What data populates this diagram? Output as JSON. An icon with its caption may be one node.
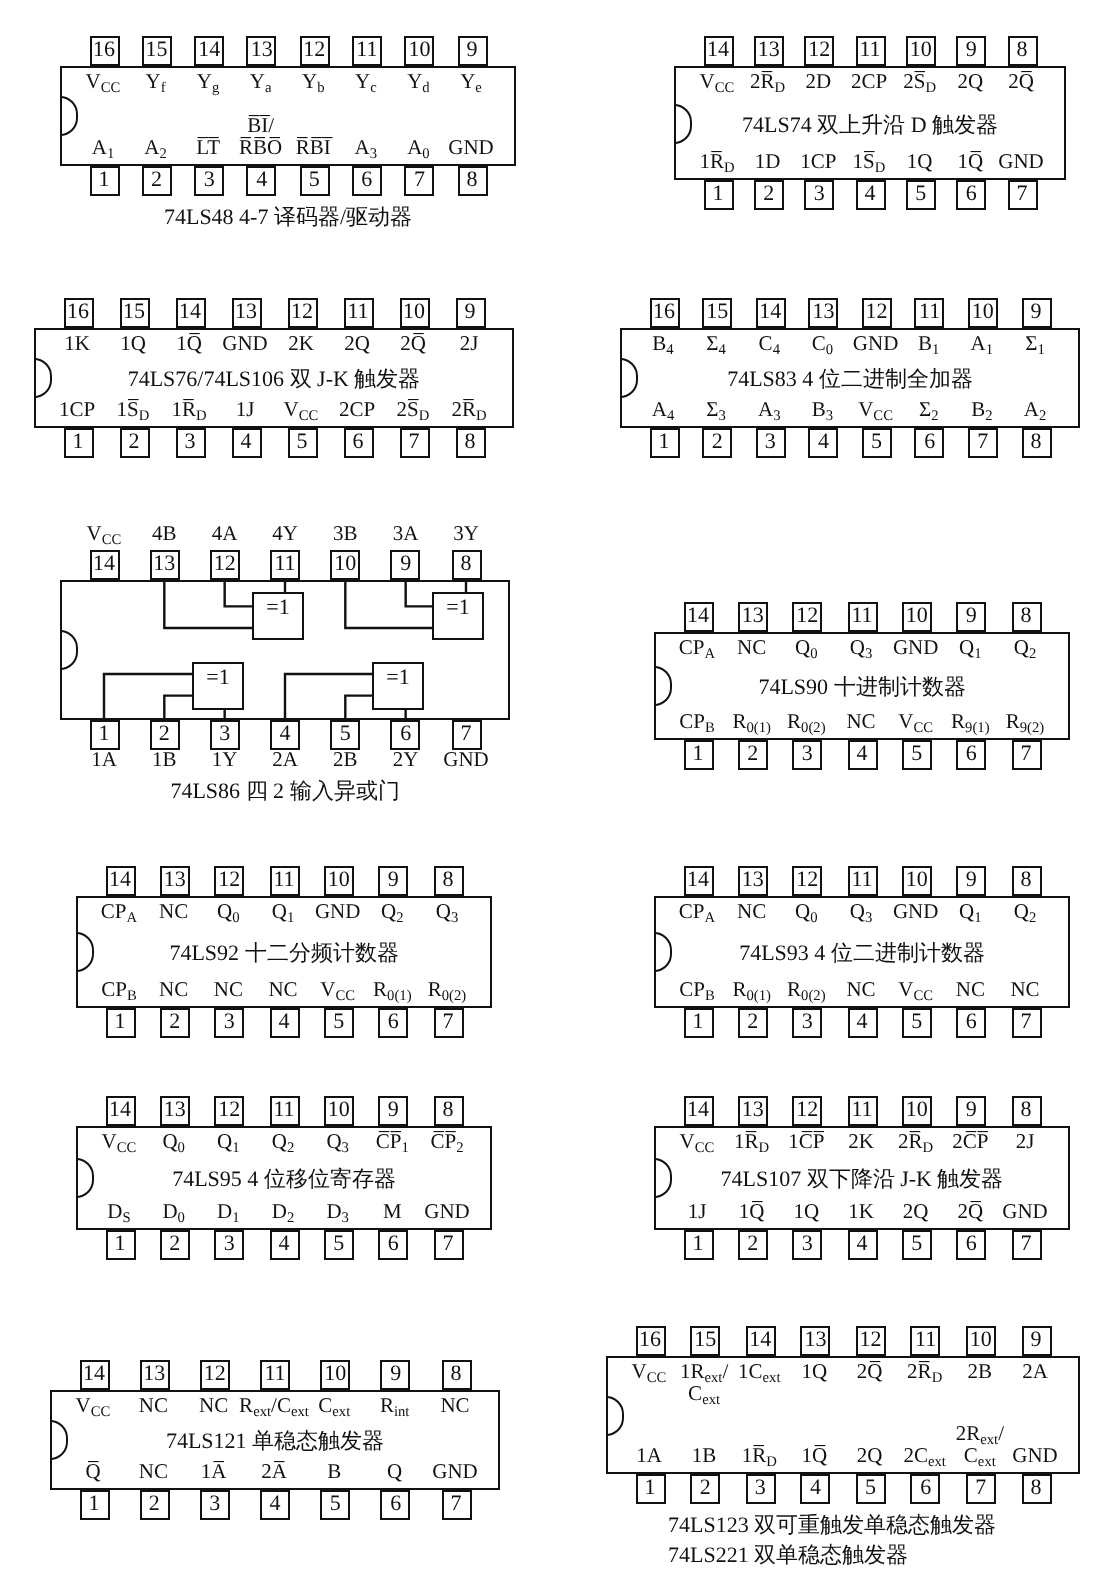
{
  "diagram": {
    "nodes": [
      {
        "text": [
          "74LS48 4-7 译码器/驱动器"
        ]
      },
      {
        "text": [
          "16"
        ],
        "beside": [
          "V$_{CC}$"
        ]
      },
      {
        "text": [
          "15"
        ],
        "beside": [
          "Y$_{f}$"
        ]
      },
      {
        "text": [
          "14"
        ],
        "beside": [
          "Y$_{g}$"
        ]
      },
      {
        "text": [
          "13"
        ],
        "beside": [
          "Y$_{a}$"
        ]
      },
      {
        "text": [
          "12"
        ],
        "beside": [
          "Y$_{b}$"
        ]
      },
      {
        "text": [
          "11"
        ],
        "beside": [
          "Y$_{c}$"
        ]
      },
      {
        "text": [
          "10"
        ],
        "beside": [
          "Y$_{d}$"
        ]
      },
      {
        "text": [
          "9"
        ],
        "beside": [
          "Y$_{e}$"
        ]
      },
      {
        "text": [
          "1"
        ],
        "beside": [
          "A$_{1}$"
        ]
      },
      {
        "text": [
          "2"
        ],
        "beside": [
          "A$_{2}$"
        ]
      },
      {
        "text": [
          "3"
        ],
        "beside": [
          "L̅T̅"
        ]
      },
      {
        "text": [
          "4"
        ],
        "beside": [
          "B̅I̅/ R̅B̅O̅"
        ]
      },
      {
        "text": [
          "5"
        ],
        "beside": [
          "R̅B̅I̅"
        ]
      },
      {
        "text": [
          "6"
        ],
        "beside": [
          "A$_{3}$"
        ]
      },
      {
        "text": [
          "7"
        ],
        "beside": [
          "A$_{0}$"
        ]
      },
      {
        "text": [
          "8"
        ],
        "beside": [
          "GND"
        ]
      },
      {
        "text": [
          "74LS74 双上升沿 D 触发器"
        ]
      },
      {
        "text": [
          "14"
        ],
        "beside": [
          "V$_{CC}$"
        ]
      },
      {
        "text": [
          "13"
        ],
        "beside": [
          "2R̅$_{D}$"
        ]
      },
      {
        "text": [
          "12"
        ],
        "beside": [
          "2D"
        ]
      },
      {
        "text": [
          "11"
        ],
        "beside": [
          "2CP"
        ]
      },
      {
        "text": [
          "10"
        ],
        "beside": [
          "2S̅$_{D}$"
        ]
      },
      {
        "text": [
          "9"
        ],
        "beside": [
          "2Q"
        ]
      },
      {
        "text": [
          "8"
        ],
        "beside": [
          "2Q̅"
        ]
      },
      {
        "text": [
          "1"
        ],
        "beside": [
          "1R̅$_{D}$"
        ]
      },
      {
        "text": [
          "2"
        ],
        "beside": [
          "1D"
        ]
      },
      {
        "text": [
          "3"
        ],
        "beside": [
          "1CP"
        ]
      },
      {
        "text": [
          "4"
        ],
        "beside": [
          "1S̅$_{D}$"
        ]
      },
      {
        "text": [
          "5"
        ],
        "beside": [
          "1Q"
        ]
      },
      {
        "text": [
          "6"
        ],
        "beside": [
          "1Q̅"
        ]
      },
      {
        "text": [
          "7"
        ],
        "beside": [
          "GND"
        ]
      },
      {
        "text": [
          "74LS76/74LS106 双 J-K 触发器"
        ]
      },
      {
        "text": [
          "16"
        ],
        "beside": [
          "1K"
        ]
      },
      {
        "text": [
          "15"
        ],
        "beside": [
          "1Q"
        ]
      },
      {
        "text": [
          "14"
        ],
        "beside": [
          "1Q̅"
        ]
      },
      {
        "text": [
          "13"
        ],
        "beside": [
          "GND"
        ]
      },
      {
        "text": [
          "12"
        ],
        "beside": [
          "2K"
        ]
      },
      {
        "text": [
          "11"
        ],
        "beside": [
          "2Q"
        ]
      },
      {
        "text": [
          "10"
        ],
        "beside": [
          "2Q̅"
        ]
      },
      {
        "text": [
          "9"
        ],
        "beside": [
          "2J"
        ]
      },
      {
        "text": [
          "1"
        ],
        "beside": [
          "1CP"
        ]
      },
      {
        "text": [
          "2"
        ],
        "beside": [
          "1S̅$_{D}$"
        ]
      },
      {
        "text": [
          "3"
        ],
        "beside": [
          "1R̅$_{D}$"
        ]
      },
      {
        "text": [
          "4"
        ],
        "beside": [
          "1J"
        ]
      },
      {
        "text": [
          "5"
        ],
        "beside": [
          "V$_{CC}$"
        ]
      },
      {
        "text": [
          "6"
        ],
        "beside": [
          "2CP"
        ]
      },
      {
        "text": [
          "7"
        ],
        "beside": [
          "2S̅$_{D}$"
        ]
      },
      {
        "text": [
          "8"
        ],
        "beside": [
          "2R̅$_{D}$"
        ]
      },
      {
        "text": [
          "74LS83 4 位二进制全加器"
        ]
      },
      {
        "text": [
          "16"
        ],
        "beside": [
          "B$_{4}$"
        ]
      },
      {
        "text": [
          "15"
        ],
        "beside": [
          "Σ$_{4}$"
        ]
      },
      {
        "text": [
          "14"
        ],
        "beside": [
          "C$_{4}$"
        ]
      },
      {
        "text": [
          "13"
        ],
        "beside": [
          "C$_{0}$"
        ]
      },
      {
        "text": [
          "12"
        ],
        "beside": [
          "GND"
        ]
      },
      {
        "text": [
          "11"
        ],
        "beside": [
          "B$_{1}$"
        ]
      },
      {
        "text": [
          "10"
        ],
        "beside": [
          "A$_{1}$"
        ]
      },
      {
        "text": [
          "9"
        ],
        "beside": [
          "Σ$_{1}$"
        ]
      },
      {
        "text": [
          "1"
        ],
        "beside": [
          "A$_{4}$"
        ]
      },
      {
        "text": [
          "2"
        ],
        "beside": [
          "Σ$_{3}$"
        ]
      },
      {
        "text": [
          "3"
        ],
        "beside": [
          "A$_{3}$"
        ]
      },
      {
        "text": [
          "4"
        ],
        "beside": [
          "B$_{3}$"
        ]
      },
      {
        "text": [
          "5"
        ],
        "beside": [
          "V$_{CC}$"
        ]
      },
      {
        "text": [
          "6"
        ],
        "beside": [
          "Σ$_{2}$"
        ]
      },
      {
        "text": [
          "7"
        ],
        "beside": [
          "B$_{2}$"
        ]
      },
      {
        "text": [
          "8"
        ],
        "beside": [
          "A$_{2}$"
        ]
      },
      {
        "text": [
          "74LS86 四 2 输入异或门"
        ]
      },
      {
        "text": [
          "14"
        ],
        "beside": [
          "V$_{CC}$"
        ]
      },
      {
        "text": [
          "13"
        ],
        "beside": [
          "4B"
        ]
      },
      {
        "text": [
          "12"
        ],
        "beside": [
          "4A"
        ]
      },
      {
        "text": [
          "11"
        ],
        "beside": [
          "4Y"
        ]
      },
      {
        "text": [
          "10"
        ],
        "beside": [
          "3B"
        ]
      },
      {
        "text": [
          "9"
        ],
        "beside": [
          "3A"
        ]
      },
      {
        "text": [
          "8"
        ],
        "beside": [
          "3Y"
        ]
      },
      {
        "text": [
          "1"
        ],
        "beside": [
          "1A"
        ]
      },
      {
        "text": [
          "2"
        ],
        "beside": [
          "1B"
        ]
      },
      {
        "text": [
          "3"
        ],
        "beside": [
          "1Y"
        ]
      },
      {
        "text": [
          "4"
        ],
        "beside": [
          "2A"
        ]
      },
      {
        "text": [
          "5"
        ],
        "beside": [
          "2B"
        ]
      },
      {
        "text": [
          "6"
        ],
        "beside": [
          "2Y"
        ]
      },
      {
        "text": [
          "7"
        ],
        "beside": [
          "GND"
        ]
      },
      {
        "text": [
          "=1"
        ],
        "in": 66
      },
      {
        "text": [
          "=1"
        ],
        "in": 66
      },
      {
        "text": [
          "=1"
        ],
        "in": 66
      },
      {
        "text": [
          "=1"
        ],
        "in": 66
      },
      {
        "text": [
          "74LS90 十进制计数器"
        ]
      },
      {
        "text": [
          "14"
        ],
        "beside": [
          "CP$_{A}$"
        ]
      },
      {
        "text": [
          "13"
        ],
        "beside": [
          "NC"
        ]
      },
      {
        "text": [
          "12"
        ],
        "beside": [
          "Q$_{0}$"
        ]
      },
      {
        "text": [
          "11"
        ],
        "beside": [
          "Q$_{3}$"
        ]
      },
      {
        "text": [
          "10"
        ],
        "beside": [
          "GND"
        ]
      },
      {
        "text": [
          "9"
        ],
        "beside": [
          "Q$_{1}$"
        ]
      },
      {
        "text": [
          "8"
        ],
        "beside": [
          "Q$_{2}$"
        ]
      },
      {
        "text": [
          "1"
        ],
        "beside": [
          "CP$_{B}$"
        ]
      },
      {
        "text": [
          "2"
        ],
        "beside": [
          "R$_{0(1)}$"
        ]
      },
      {
        "text": [
          "3"
        ],
        "beside": [
          "R$_{0(2)}$"
        ]
      },
      {
        "text": [
          "4"
        ],
        "beside": [
          "NC"
        ]
      },
      {
        "text": [
          "5"
        ],
        "beside": [
          "V$_{CC}$"
        ]
      },
      {
        "text": [
          "6"
        ],
        "beside": [
          "R$_{9(1)}$"
        ]
      },
      {
        "text": [
          "7"
        ],
        "beside": [
          "R$_{9(2)}$"
        ]
      },
      {
        "text": [
          "74LS92 十二分频计数器"
        ]
      },
      {
        "text": [
          "14"
        ],
        "beside": [
          "CP$_{A}$"
        ]
      },
      {
        "text": [
          "13"
        ],
        "beside": [
          "NC"
        ]
      },
      {
        "text": [
          "12"
        ],
        "beside": [
          "Q$_{0}$"
        ]
      },
      {
        "text": [
          "11"
        ],
        "beside": [
          "Q$_{1}$"
        ]
      },
      {
        "text": [
          "10"
        ],
        "beside": [
          "GND"
        ]
      },
      {
        "text": [
          "9"
        ],
        "beside": [
          "Q$_{2}$"
        ]
      },
      {
        "text": [
          "8"
        ],
        "beside": [
          "Q$_{3}$"
        ]
      },
      {
        "text": [
          "1"
        ],
        "beside": [
          "CP$_{B}$"
        ]
      },
      {
        "text": [
          "2"
        ],
        "beside": [
          "NC"
        ]
      },
      {
        "text": [
          "3"
        ],
        "beside": [
          "NC"
        ]
      },
      {
        "text": [
          "4"
        ],
        "beside": [
          "NC"
        ]
      },
      {
        "text": [
          "5"
        ],
        "beside": [
          "V$_{CC}$"
        ]
      },
      {
        "text": [
          "6"
        ],
        "beside": [
          "R$_{0(1)}$"
        ]
      },
      {
        "text": [
          "7"
        ],
        "beside": [
          "R$_{0(2)}$"
        ]
      },
      {
        "text": [
          "74LS93 4 位二进制计数器"
        ]
      },
      {
        "text": [
          "14"
        ],
        "beside": [
          "CP$_{A}$"
        ]
      },
      {
        "text": [
          "13"
        ],
        "beside": [
          "NC"
        ]
      },
      {
        "text": [
          "12"
        ],
        "beside": [
          "Q$_{0}$"
        ]
      },
      {
        "text": [
          "11"
        ],
        "beside": [
          "Q$_{3}$"
        ]
      },
      {
        "text": [
          "10"
        ],
        "beside": [
          "GND"
        ]
      },
      {
        "text": [
          "9"
        ],
        "beside": [
          "Q$_{1}$"
        ]
      },
      {
        "text": [
          "8"
        ],
        "beside": [
          "Q$_{2}$"
        ]
      },
      {
        "text": [
          "1"
        ],
        "beside": [
          "CP$_{B}$"
        ]
      },
      {
        "text": [
          "2"
        ],
        "beside": [
          "R$_{0(1)}$"
        ]
      },
      {
        "text": [
          "3"
        ],
        "beside": [
          "R$_{0(2)}$"
        ]
      },
      {
        "text": [
          "4"
        ],
        "beside": [
          "NC"
        ]
      },
      {
        "text": [
          "5"
        ],
        "beside": [
          "V$_{CC}$"
        ]
      },
      {
        "text": [
          "6"
        ],
        "beside": [
          "NC"
        ]
      },
      {
        "text": [
          "7"
        ],
        "beside": [
          "NC"
        ]
      },
      {
        "text": [
          "74LS95 4 位移位寄存器"
        ]
      },
      {
        "text": [
          "14"
        ],
        "beside": [
          "V$_{CC}$"
        ]
      },
      {
        "text": [
          "13"
        ],
        "beside": [
          "Q$_{0}$"
        ]
      },
      {
        "text": [
          "12"
        ],
        "beside": [
          "Q$_{1}$"
        ]
      },
      {
        "text": [
          "11"
        ],
        "beside": [
          "Q$_{2}$"
        ]
      },
      {
        "text": [
          "10"
        ],
        "beside": [
          "Q$_{3}$"
        ]
      },
      {
        "text": [
          "9"
        ],
        "beside": [
          "C̅P̅$_{1}$"
        ]
      },
      {
        "text": [
          "8"
        ],
        "beside": [
          "C̅P̅$_{2}$"
        ]
      },
      {
        "text": [
          "1"
        ],
        "beside": [
          "D$_{S}$"
        ]
      },
      {
        "text": [
          "2"
        ],
        "beside": [
          "D$_{0}$"
        ]
      },
      {
        "text": [
          "3"
        ],
        "beside": [
          "D$_{1}$"
        ]
      },
      {
        "text": [
          "4"
        ],
        "beside": [
          "D$_{2}$"
        ]
      },
      {
        "text": [
          "5"
        ],
        "beside": [
          "D$_{3}$"
        ]
      },
      {
        "text": [
          "6"
        ],
        "beside": [
          "M"
        ]
      },
      {
        "text": [
          "7"
        ],
        "beside": [
          "GND"
        ]
      },
      {
        "text": [
          "74LS107 双下降沿 J-K 触发器"
        ]
      },
      {
        "text": [
          "14"
        ],
        "beside": [
          "V$_{CC}$"
        ]
      },
      {
        "text": [
          "13"
        ],
        "beside": [
          "1R̅$_{D}$"
        ]
      },
      {
        "text": [
          "12"
        ],
        "beside": [
          "1C̅P̅"
        ]
      },
      {
        "text": [
          "11"
        ],
        "beside": [
          "2K"
        ]
      },
      {
        "text": [
          "10"
        ],
        "beside": [
          "2R̅$_{D}$"
        ]
      },
      {
        "text": [
          "9"
        ],
        "beside": [
          "2C̅P̅"
        ]
      },
      {
        "text": [
          "8"
        ],
        "beside": [
          "2J"
        ]
      },
      {
        "text": [
          "1"
        ],
        "beside": [
          "1J"
        ]
      },
      {
        "text": [
          "2"
        ],
        "beside": [
          "1Q̅"
        ]
      },
      {
        "text": [
          "3"
        ],
        "beside": [
          "1Q"
        ]
      },
      {
        "text": [
          "4"
        ],
        "beside": [
          "1K"
        ]
      },
      {
        "text": [
          "5"
        ],
        "beside": [
          "2Q"
        ]
      },
      {
        "text": [
          "6"
        ],
        "beside": [
          "2Q̅"
        ]
      },
      {
        "text": [
          "7"
        ],
        "beside": [
          "GND"
        ]
      },
      {
        "text": [
          "74LS121 单稳态触发器"
        ]
      },
      {
        "text": [
          "14"
        ],
        "beside": [
          "V$_{CC}$"
        ]
      },
      {
        "text": [
          "13"
        ],
        "beside": [
          "NC"
        ]
      },
      {
        "text": [
          "12"
        ],
        "beside": [
          "NC"
        ]
      },
      {
        "text": [
          "11"
        ],
        "beside": [
          "R$_{ext}$/C$_{ext}$"
        ]
      },
      {
        "text": [
          "10"
        ],
        "beside": [
          "C$_{ext}$"
        ]
      },
      {
        "text": [
          "9"
        ],
        "beside": [
          "R$_{int}$"
        ]
      },
      {
        "text": [
          "8"
        ],
        "beside": [
          "NC"
        ]
      },
      {
        "text": [
          "1"
        ],
        "beside": [
          "Q̅"
        ]
      },
      {
        "text": [
          "2"
        ],
        "beside": [
          "NC"
        ]
      },
      {
        "text": [
          "3"
        ],
        "beside": [
          "1A̅"
        ]
      },
      {
        "text": [
          "4"
        ],
        "beside": [
          "2A̅"
        ]
      },
      {
        "text": [
          "5"
        ],
        "beside": [
          "B"
        ]
      },
      {
        "text": [
          "6"
        ],
        "beside": [
          "Q"
        ]
      },
      {
        "text": [
          "7"
        ],
        "beside": [
          "GND"
        ]
      },
      {
        "text": [
          "74LS123 双可重触发单稳态触发器",
          "74LS221 双单稳态触发器"
        ]
      },
      {
        "text": [
          "16"
        ],
        "beside": [
          "V$_{CC}$"
        ]
      },
      {
        "text": [
          "15"
        ],
        "beside": [
          "1R$_{ext}$/ C$_{ext}$"
        ]
      },
      {
        "text": [
          "14"
        ],
        "beside": [
          "1C$_{ext}$"
        ]
      },
      {
        "text": [
          "13"
        ],
        "beside": [
          "1Q"
        ]
      },
      {
        "text": [
          "12"
        ],
        "beside": [
          "2Q̅"
        ]
      },
      {
        "text": [
          "11"
        ],
        "beside": [
          "2R̅$_{D}$"
        ]
      },
      {
        "text": [
          "10"
        ],
        "beside": [
          "2B"
        ]
      },
      {
        "text": [
          "9"
        ],
        "beside": [
          "2A"
        ]
      },
      {
        "text": [
          "1"
        ],
        "beside": [
          "1A"
        ]
      },
      {
        "text": [
          "2"
        ],
        "beside": [
          "1B"
        ]
      },
      {
        "text": [
          "3"
        ],
        "beside": [
          "1R̅$_{D}$"
        ]
      },
      {
        "text": [
          "4"
        ],
        "beside": [
          "1Q̅"
        ]
      },
      {
        "text": [
          "5"
        ],
        "beside": [
          "2Q"
        ]
      },
      {
        "text": [
          "6"
        ],
        "beside": [
          "2C$_{ext}$"
        ]
      },
      {
        "text": [
          "7"
        ],
        "beside": [
          "2R$_{ext}$/ C$_{ext}$"
        ]
      },
      {
        "text": [
          "8"
        ],
        "beside": [
          "GND"
        ]
      }
    ],
    "edges": [
      {
        "from": 68,
        "to": 81,
        "arrow": "none"
      },
      {
        "from": 69,
        "to": 81,
        "arrow": "none"
      },
      {
        "from": 81,
        "to": 70,
        "arrow": "none"
      },
      {
        "from": 71,
        "to": 82,
        "arrow": "none"
      },
      {
        "from": 72,
        "to": 82,
        "arrow": "none"
      },
      {
        "from": 82,
        "to": 73,
        "arrow": "none"
      },
      {
        "from": 74,
        "to": 83,
        "arrow": "none"
      },
      {
        "from": 75,
        "to": 83,
        "arrow": "none"
      },
      {
        "from": 83,
        "to": 76,
        "arrow": "none"
      },
      {
        "from": 77,
        "to": 84,
        "arrow": "none"
      },
      {
        "from": 78,
        "to": 84,
        "arrow": "none"
      },
      {
        "from": 84,
        "to": 79,
        "arrow": "none"
      }
    ]
  }
}
